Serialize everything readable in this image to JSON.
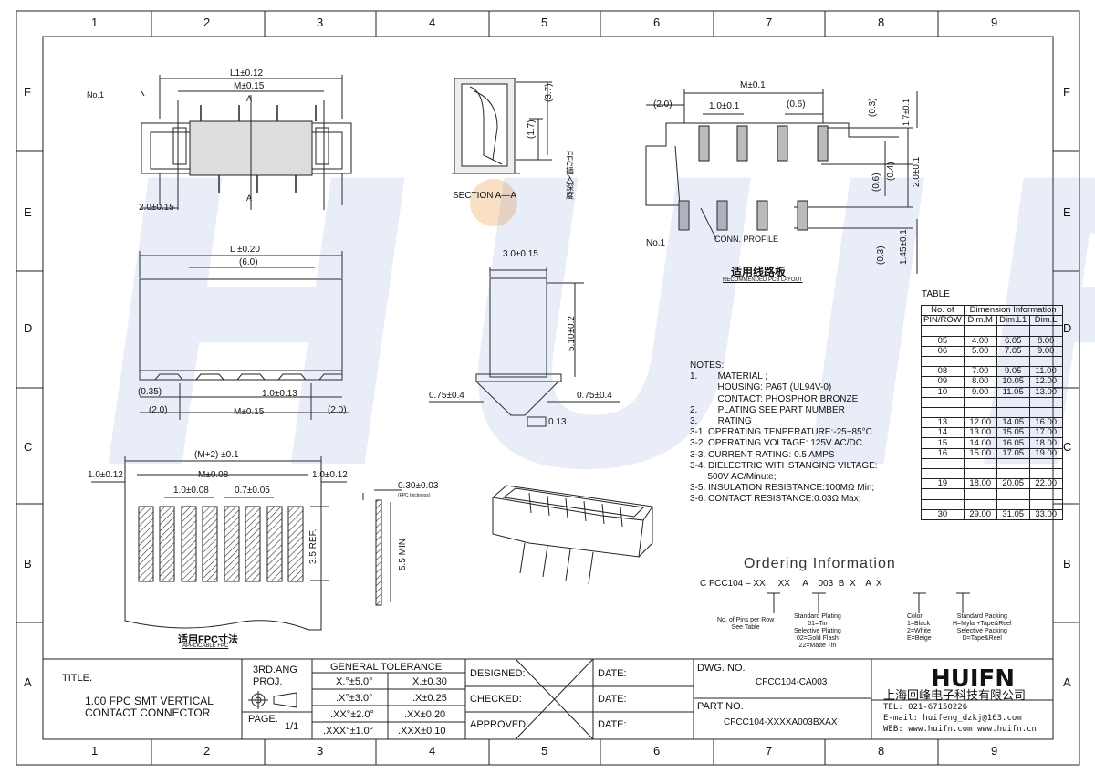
{
  "border": {
    "columns": [
      "1",
      "2",
      "3",
      "4",
      "5",
      "6",
      "7",
      "8",
      "9"
    ],
    "rows": [
      "F",
      "E",
      "D",
      "C",
      "B",
      "A"
    ]
  },
  "view_top": {
    "pin1_label": "No.1",
    "dims": {
      "l1": "L1±0.12",
      "m": "M±0.15",
      "a_top": "A",
      "a_bottom": "A",
      "left_offset": "2.0±0.15"
    }
  },
  "section": {
    "title": "SECTION A—A",
    "dims": {
      "d37": "(3.7)",
      "d17": "(1.7)"
    },
    "note_vertical": "FFC插入深度"
  },
  "view_front": {
    "dims": {
      "l": "L ±0.20",
      "d60": "(6.0)",
      "d035": "(0.35)",
      "pitch": "1.0±0.13",
      "left": "(2.0)",
      "m": "M±0.15",
      "right": "(2.0)"
    }
  },
  "view_side": {
    "dims": {
      "width": "3.0±0.15",
      "height": "5.10±0.2",
      "left_foot": "0.75±0.4",
      "right_foot": "0.75±0.4",
      "flatness": "0.13"
    }
  },
  "pcb_layout": {
    "dims": {
      "m": "M±0.1",
      "d20": "(2.0)",
      "pitch": "1.0±0.1",
      "d06": "(0.6)",
      "d03a": "(0.3)",
      "h17": "1.7±0.1",
      "d06b": "(0.6)",
      "d04": "(0.4)",
      "d20b": "2.0±0.1",
      "d03b": "(0.3)",
      "h145": "1.45±0.1"
    },
    "pin1_label": "No.1",
    "conn_profile": "CONN. PROFILE",
    "title_cn": "适用线路板",
    "title_en": "RECOMMENDED PCB LAYOUT"
  },
  "fpc": {
    "dims": {
      "overall": "(M+2) ±0.1",
      "left_edge": "1.0±0.12",
      "m": "M±0.08",
      "right_edge": "1.0±0.12",
      "pitch": "1.0±0.08",
      "width": "0.7±0.05",
      "ref": "3.5 REF."
    },
    "title_cn": "适用FPC寸法",
    "title_en": "APPLICABLE FPC"
  },
  "fpc_side": {
    "thickness": "0.30±0.03",
    "thickness_note": "(FPC thickness)",
    "min": "5.5 MIN"
  },
  "notes": {
    "heading": "NOTES:",
    "lines": [
      "1.        MATERIAL ;",
      "           HOUSING: PA6T (UL94V-0)",
      "           CONTACT: PHOSPHOR BRONZE",
      "2.        PLATING SEE PART NUMBER",
      "3.        RATING",
      "3-1. OPERATING TENPERATURE:-25~85°C",
      "3-2. OPERATING VOLTAGE: 125V AC/DC",
      "3-3. CURRENT RATING: 0.5 AMPS",
      "3-4. DIELECTRIC WITHSTANGING VILTAGE:",
      "       500V AC/Minute;",
      "3-5. INSULATION RESISTANCE:100MΩ Min;",
      "3-6. CONTACT RESISTANCE:0.03Ω Max;"
    ]
  },
  "table": {
    "label": "TABLE",
    "head1": "No. of",
    "head2": "PIN/ROW",
    "group": "Dimension Information",
    "cols": [
      "Dim.M",
      "Dim.L1",
      "Dim.L"
    ],
    "rows": [
      [
        "",
        "",
        "",
        ""
      ],
      [
        "05",
        "4.00",
        "6.05",
        "8.00"
      ],
      [
        "06",
        "5.00",
        "7.05",
        "9.00"
      ],
      [
        "",
        "",
        "",
        ""
      ],
      [
        "08",
        "7.00",
        "9.05",
        "11.00"
      ],
      [
        "09",
        "8.00",
        "10.05",
        "12.00"
      ],
      [
        "10",
        "9.00",
        "11.05",
        "13.00"
      ],
      [
        "",
        "",
        "",
        ""
      ],
      [
        "",
        "",
        "",
        ""
      ],
      [
        "13",
        "12.00",
        "14.05",
        "16.00"
      ],
      [
        "14",
        "13.00",
        "15.05",
        "17.00"
      ],
      [
        "15",
        "14.00",
        "16.05",
        "18.00"
      ],
      [
        "16",
        "15.00",
        "17.05",
        "19.00"
      ],
      [
        "",
        "",
        "",
        ""
      ],
      [
        "",
        "",
        "",
        ""
      ],
      [
        "19",
        "18.00",
        "20.05",
        "22.00"
      ],
      [
        "",
        "",
        "",
        ""
      ],
      [
        "",
        "",
        "",
        ""
      ],
      [
        "30",
        "29.00",
        "31.05",
        "33.00"
      ]
    ]
  },
  "ordering": {
    "title": "Ordering Information",
    "code": "C FCC104 – XX     XX     A    003  B  X    A  X",
    "pins_note": [
      "No. of Pins per Row",
      "See Table"
    ],
    "plating_note": [
      "Standard Plating",
      "01=Tin",
      "Selective Plating",
      "02=Gold Flash",
      "22=Matte Tin"
    ],
    "color_note": [
      "Color",
      "1=Black",
      "2=White",
      "E=Beige"
    ],
    "packing_note": [
      "Standard Packing",
      "H=Mylar+Tape&Reel",
      "Selective Packing",
      "D=Tape&Reel"
    ]
  },
  "title_block": {
    "title_label": "TITLE.",
    "title_line1": "1.00 FPC SMT VERTICAL",
    "title_line2": "CONTACT CONNECTOR",
    "proj1": "3RD.ANG",
    "proj2": "PROJ.",
    "page_label": "PAGE.",
    "page_value": "1/1",
    "tolerance_title": "GENERAL  TOLERANCE",
    "tolerances": [
      [
        "X.°±5.0°",
        "X.±0.30"
      ],
      [
        ".X°±3.0°",
        ".X±0.25"
      ],
      [
        ".XX°±2.0°",
        ".XX±0.20"
      ],
      [
        ".XXX°±1.0°",
        ".XXX±0.10"
      ]
    ],
    "designed": "DESIGNED:",
    "checked": "CHECKED:",
    "approved": "APPROVED:",
    "date": "DATE:",
    "dwg_label": "DWG. NO.",
    "dwg_value": "CFCC104-CA003",
    "part_label": "PART NO.",
    "part_value": "CFCC104-XXXXA003BXAX",
    "company_logo": "HUIFN",
    "company_cn": "上海回峰电子科技有限公司",
    "tel": "TEL: 021-67150226",
    "email": "E-mail: huifeng_dzkj@163.com",
    "web": "WEB: www.huifn.com  www.huifn.cn"
  },
  "watermark": "HUIFN"
}
